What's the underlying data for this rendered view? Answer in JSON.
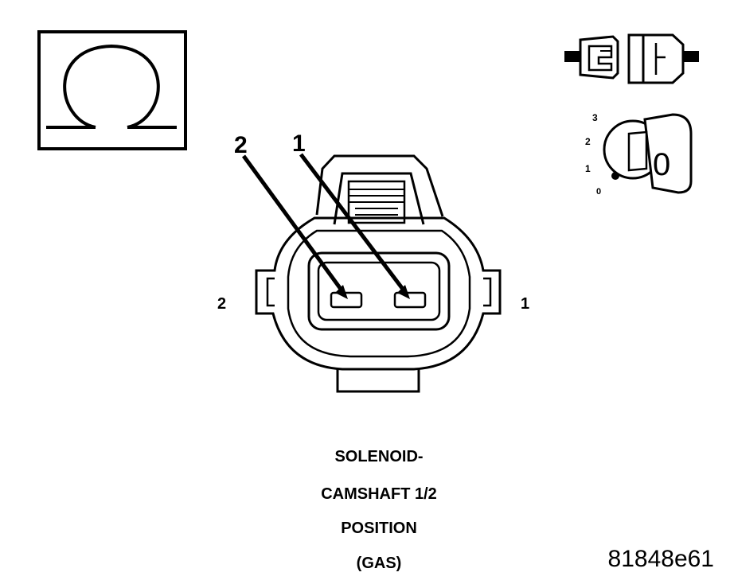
{
  "ohm_icon": {
    "symbol": "Ω"
  },
  "ignition": {
    "positions": [
      "3",
      "2",
      "1",
      "0"
    ],
    "key_label": "0"
  },
  "pins": {
    "callout_2": "2",
    "callout_1": "1",
    "side_left": "2",
    "side_right": "1"
  },
  "title": {
    "line1": "SOLENOID-",
    "line2": "CAMSHAFT 1/2",
    "line3": "POSITION",
    "line4": "(GAS)"
  },
  "figure_id": "81848e61"
}
